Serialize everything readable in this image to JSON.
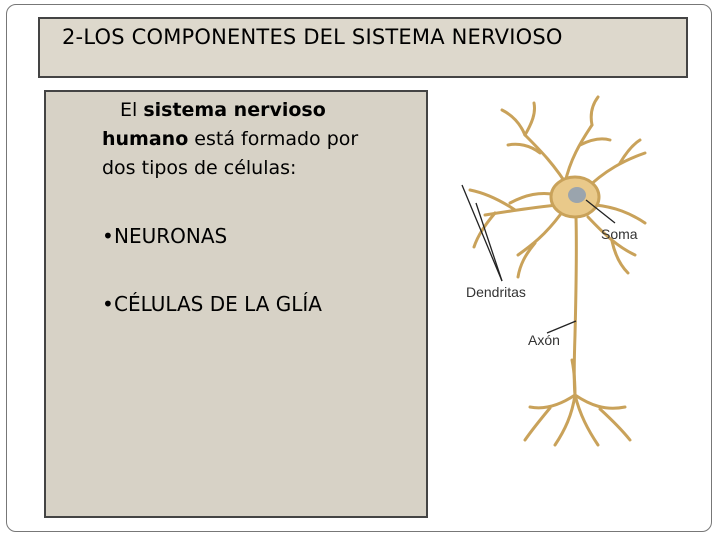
{
  "slide": {
    "title": "2-LOS COMPONENTES DEL SISTEMA NERVIOSO",
    "intro": {
      "prefix": "El ",
      "bold1": "sistema nervioso",
      "bold2": "humano",
      "suffix": " está formado por",
      "line3": "dos tipos de células:"
    },
    "bullets": [
      "NEURONAS",
      "CÉLULAS DE LA GLÍA"
    ],
    "bullet_symbol": "•"
  },
  "diagram": {
    "labels": {
      "soma": "Soma",
      "dendritas": "Dendritas",
      "axon": "Axón"
    },
    "colors": {
      "neuron_fill": "#e9c98a",
      "neuron_stroke": "#c9a25a",
      "nucleus": "#9aa4ad",
      "pointer": "#222222"
    }
  }
}
